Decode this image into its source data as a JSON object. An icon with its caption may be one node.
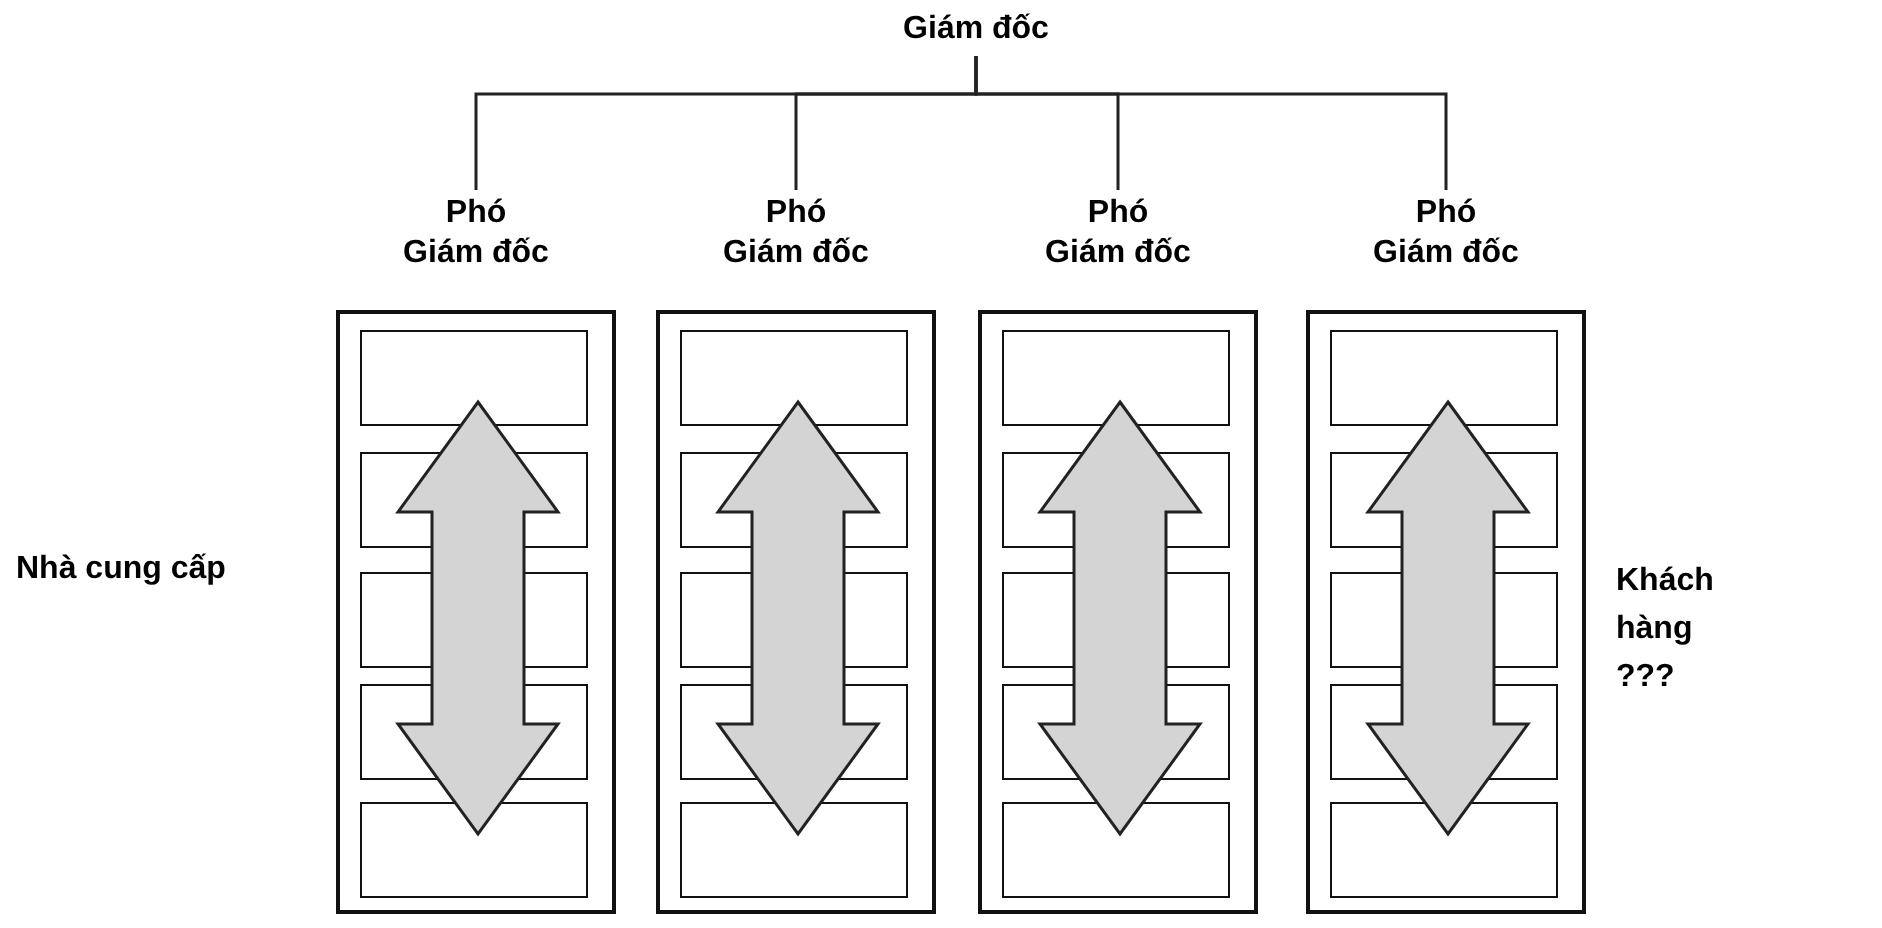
{
  "diagram": {
    "nodes": [
      {
        "text": [
          "Giám đốc"
        ]
      },
      {
        "text": [
          "Phó Giám đốc"
        ]
      },
      {
        "text": [
          "Phó Giám đốc"
        ]
      },
      {
        "text": [
          "Phó Giám đốc"
        ]
      },
      {
        "text": [
          "Phó Giám đốc"
        ]
      },
      {
        "text": [],
        "shape": "box",
        "in": 1
      },
      {
        "text": [],
        "shape": "box",
        "in": 1
      },
      {
        "text": [],
        "shape": "box",
        "in": 1
      },
      {
        "text": [],
        "shape": "box",
        "in": 1
      },
      {
        "text": [],
        "shape": "box",
        "in": 1
      },
      {
        "text": [],
        "shape": "box",
        "in": 2
      },
      {
        "text": [],
        "shape": "box",
        "in": 2
      },
      {
        "text": [],
        "shape": "box",
        "in": 2
      },
      {
        "text": [],
        "shape": "box",
        "in": 2
      },
      {
        "text": [],
        "shape": "box",
        "in": 2
      },
      {
        "text": [],
        "shape": "box",
        "in": 3
      },
      {
        "text": [],
        "shape": "box",
        "in": 3
      },
      {
        "text": [],
        "shape": "box",
        "in": 3
      },
      {
        "text": [],
        "shape": "box",
        "in": 3
      },
      {
        "text": [],
        "shape": "box",
        "in": 3
      },
      {
        "text": [],
        "shape": "box",
        "in": 4
      },
      {
        "text": [],
        "shape": "box",
        "in": 4
      },
      {
        "text": [],
        "shape": "box",
        "in": 4
      },
      {
        "text": [],
        "shape": "box",
        "in": 4
      },
      {
        "text": [],
        "shape": "box",
        "in": 4
      }
    ],
    "edges": [
      {
        "from": 0,
        "to": 1,
        "arrow": "none"
      },
      {
        "from": 0,
        "to": 2,
        "arrow": "none"
      },
      {
        "from": 0,
        "to": 3,
        "arrow": "none"
      },
      {
        "from": 0,
        "to": 4,
        "arrow": "none"
      },
      {
        "from": 5,
        "to": 9,
        "arrow": "both"
      },
      {
        "from": 10,
        "to": 14,
        "arrow": "both"
      },
      {
        "from": 15,
        "to": 19,
        "arrow": "both"
      },
      {
        "from": 20,
        "to": 24,
        "arrow": "both"
      }
    ],
    "labels": [
      "Nhà cung cấp",
      "Khách hàng ???"
    ]
  }
}
